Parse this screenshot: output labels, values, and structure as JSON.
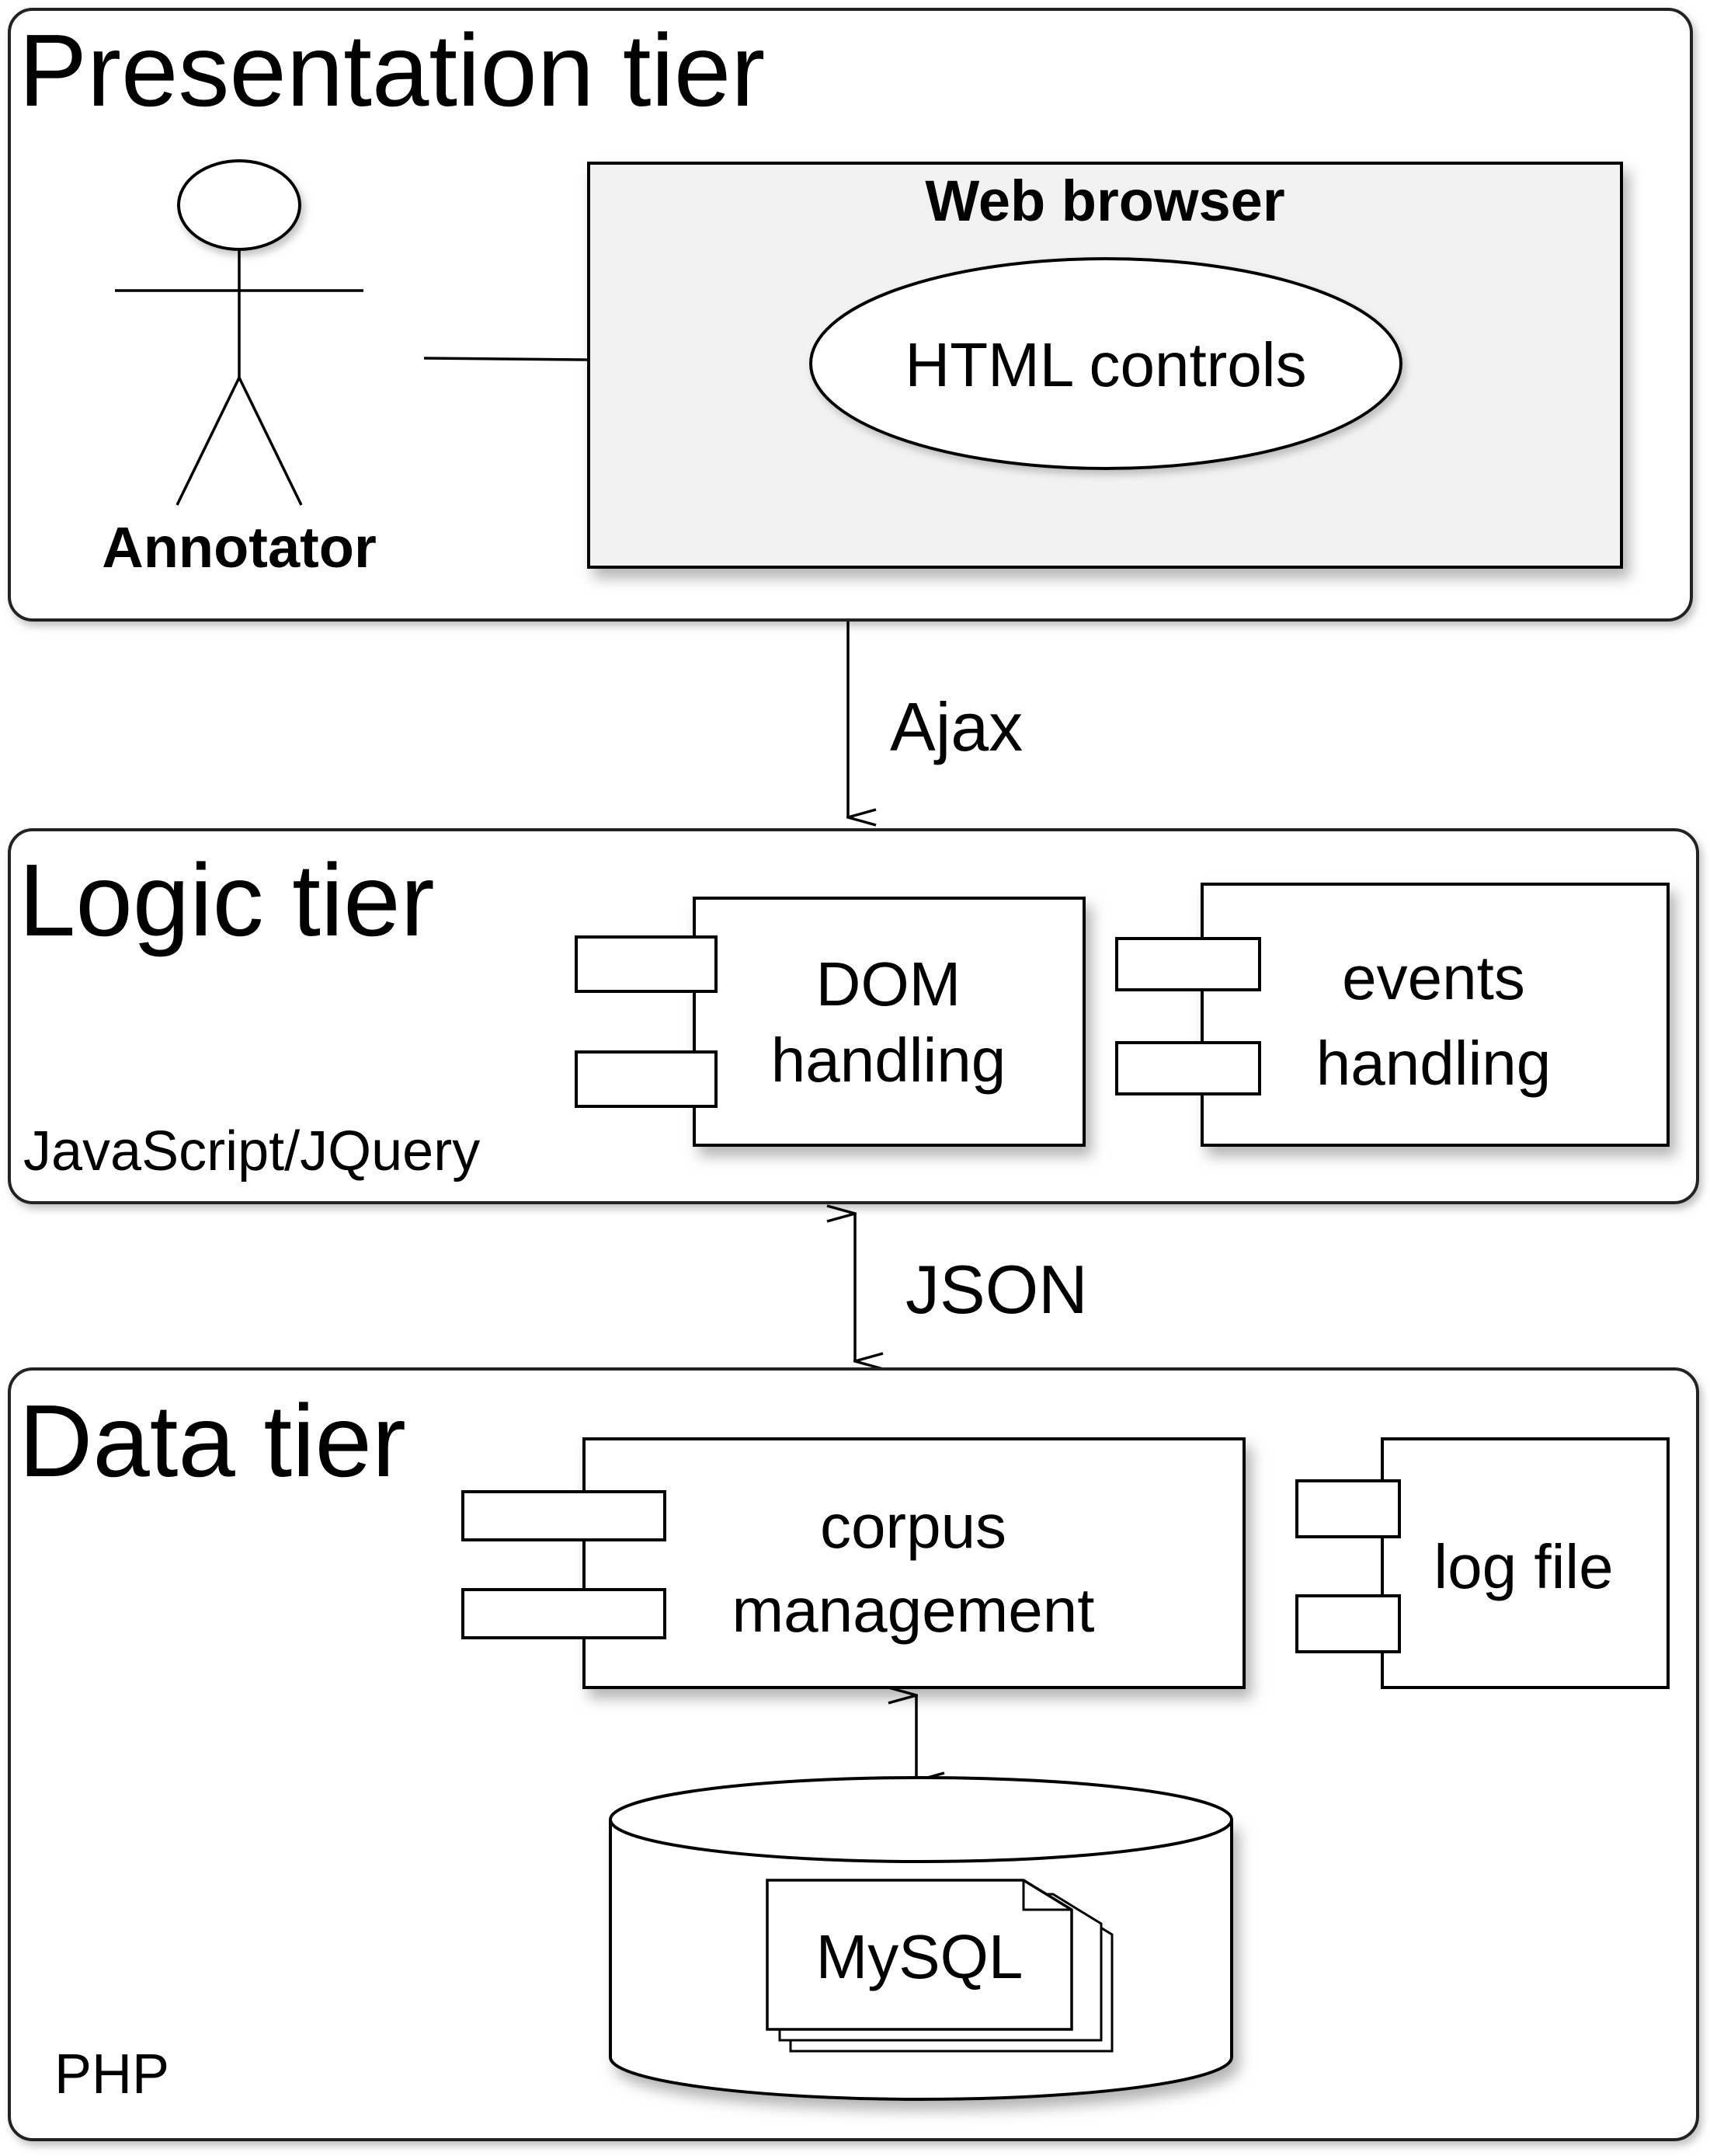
{
  "tiers": {
    "presentation": {
      "title": "Presentation tier",
      "actor_label": "Annotator",
      "browser_label": "Web browser",
      "controls_label": "HTML controls"
    },
    "logic": {
      "title": "Logic tier",
      "tech_label": "JavaScript/JQuery",
      "component1": {
        "line1": "DOM",
        "line2": "handling"
      },
      "component2": {
        "line1": "events",
        "line2": "handling"
      }
    },
    "data": {
      "title": "Data tier",
      "tech_label": "PHP",
      "component1": {
        "line1": "corpus",
        "line2": "management"
      },
      "component2": {
        "line1": "log file"
      },
      "database_label": "MySQL"
    }
  },
  "connections": {
    "presentation_to_logic": "Ajax",
    "logic_to_data": "JSON"
  },
  "colors": {
    "browser_fill": "#f2f2f2",
    "shadow": "#9a9a9a",
    "stroke": "#000000"
  }
}
